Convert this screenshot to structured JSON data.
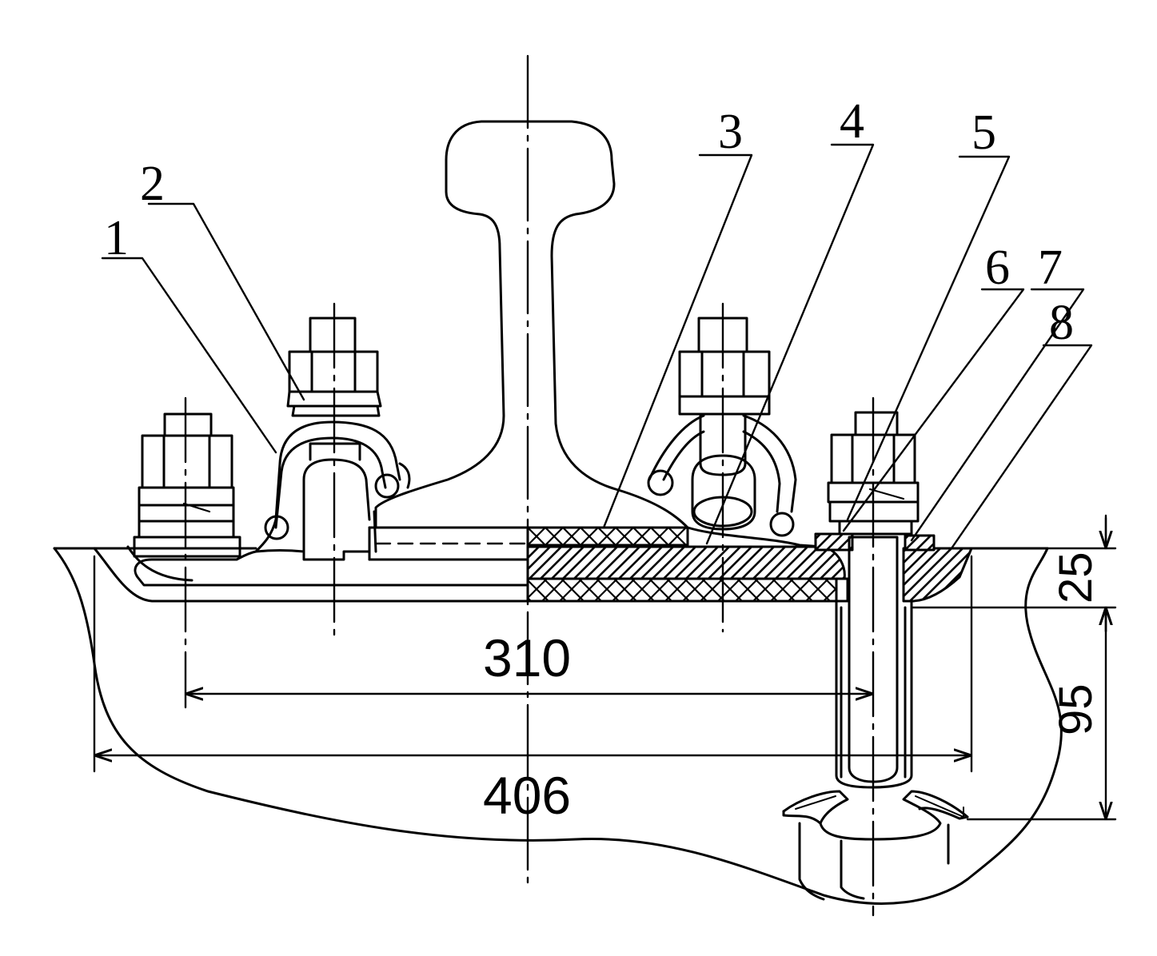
{
  "diagram": {
    "callouts": [
      {
        "id": "1",
        "text": "1"
      },
      {
        "id": "2",
        "text": "2"
      },
      {
        "id": "3",
        "text": "3"
      },
      {
        "id": "4",
        "text": "4"
      },
      {
        "id": "5",
        "text": "5"
      },
      {
        "id": "6",
        "text": "6"
      },
      {
        "id": "7",
        "text": "7"
      },
      {
        "id": "8",
        "text": "8"
      }
    ],
    "dimensions": {
      "inner_width": "310",
      "outer_width": "406",
      "pad_thickness": "25",
      "bolt_depth": "95"
    },
    "colors": {
      "ink": "#000000",
      "paper": "#ffffff"
    }
  }
}
